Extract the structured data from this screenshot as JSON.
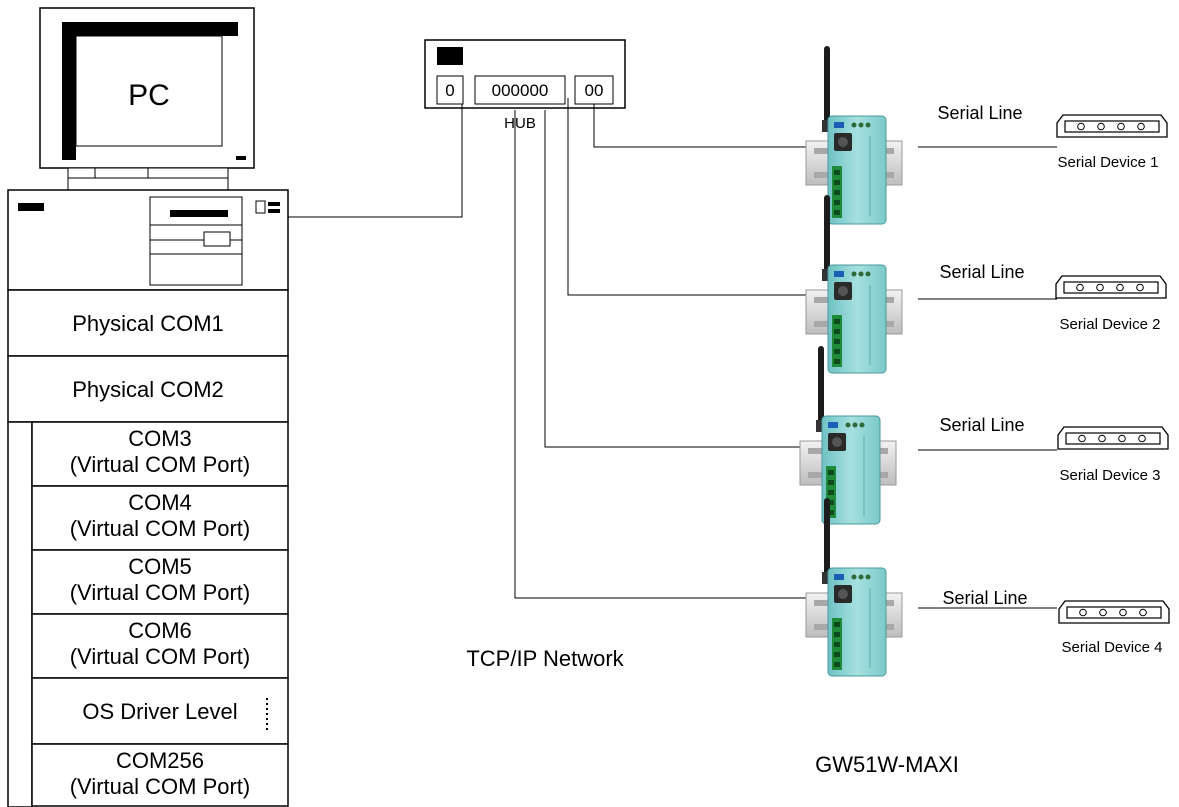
{
  "pc": {
    "label": "PC",
    "com_ports": [
      {
        "name": "Physical COM1",
        "sub": ""
      },
      {
        "name": "Physical COM2",
        "sub": ""
      },
      {
        "name": "COM3",
        "sub": "(Virtual COM Port)"
      },
      {
        "name": "COM4",
        "sub": "(Virtual COM Port)"
      },
      {
        "name": "COM5",
        "sub": "(Virtual COM Port)"
      },
      {
        "name": "COM6",
        "sub": "(Virtual COM Port)"
      },
      {
        "name": "OS Driver Level",
        "sub": ""
      },
      {
        "name": "COM256",
        "sub": "(Virtual COM Port)"
      }
    ]
  },
  "hub": {
    "label": "HUB",
    "port_left": "0",
    "port_group": "000000",
    "port_right": "00"
  },
  "network_label": "TCP/IP Network",
  "device_model_label": "GW51W-MAXI",
  "serial_line_label": "Serial Line",
  "serial_devices": [
    {
      "label": "Serial Device 1"
    },
    {
      "label": "Serial Device 2"
    },
    {
      "label": "Serial Device 3"
    },
    {
      "label": "Serial Device 4"
    }
  ],
  "colors": {
    "line": "#000000",
    "gateway_body": "#8fd3d3",
    "gateway_dark": "#2a2a2a",
    "connector_green": "#1f8a3a",
    "rail": "#d8d8d8"
  }
}
